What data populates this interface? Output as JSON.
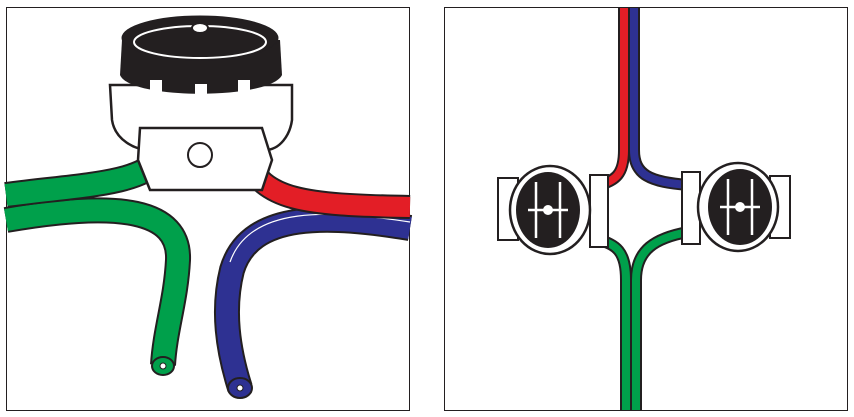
{
  "panels": [
    {
      "id": "left",
      "depicts": "connector-side-view"
    },
    {
      "id": "right",
      "depicts": "two-connectors-top-view"
    }
  ],
  "colors": {
    "wire_green": "#00a04b",
    "wire_red": "#e31e26",
    "wire_blue": "#2e3192",
    "connector_body": "#ffffff",
    "connector_cap": "#231f20",
    "outline": "#231f20"
  }
}
